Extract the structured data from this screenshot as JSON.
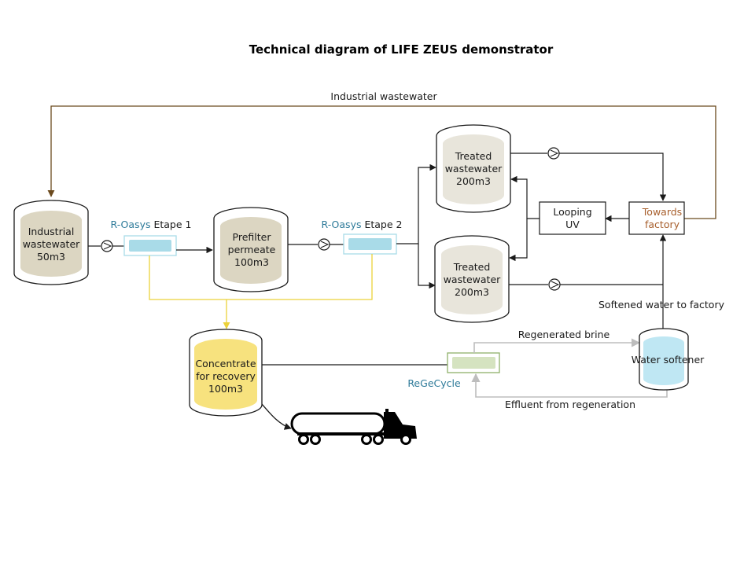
{
  "title": "Technical diagram of LIFE ZEUS demonstrator",
  "colors": {
    "brown": "#6b4a1e",
    "yellow": "#ecd23a",
    "gray_line": "#bdbdbd",
    "tank_beige": "#dcd6c2",
    "tank_yellow": "#f7e27e",
    "tank_blue": "#bfe7f3",
    "filter_blue": "#a9dbe8",
    "filter_green": "#d5e3c0",
    "brand_blue": "#2d7a99",
    "towards_factory": "#a75e2b"
  },
  "flows": {
    "industrial_wastewater": "Industrial wastewater",
    "softened_water": "Softened water to factory",
    "regenerated_brine": "Regenerated brine",
    "effluent": "Effluent from regeneration"
  },
  "tanks": {
    "industrial": [
      "Industrial",
      "wastewater",
      "50m3"
    ],
    "prefilter": [
      "Prefilter",
      "permeate",
      "100m3"
    ],
    "treated_top": [
      "Treated",
      "wastewater",
      "200m3"
    ],
    "treated_bottom": [
      "Treated",
      "wastewater",
      "200m3"
    ],
    "concentrate": [
      "Concentrate",
      "for recovery",
      "100m3"
    ],
    "softener": [
      "Water softener"
    ]
  },
  "units": {
    "ro1": {
      "brand": "R-Oasys",
      "stage": "Etape 1"
    },
    "ro2": {
      "brand": "R-Oasys",
      "stage": "Etape 2"
    },
    "regecycle": "ReGeCycle",
    "looping": [
      "Looping",
      "UV"
    ],
    "towards": [
      "Towards",
      "factory"
    ]
  },
  "icons": [
    "pump-icon",
    "truck-icon",
    "tank-icon",
    "filter-icon"
  ]
}
